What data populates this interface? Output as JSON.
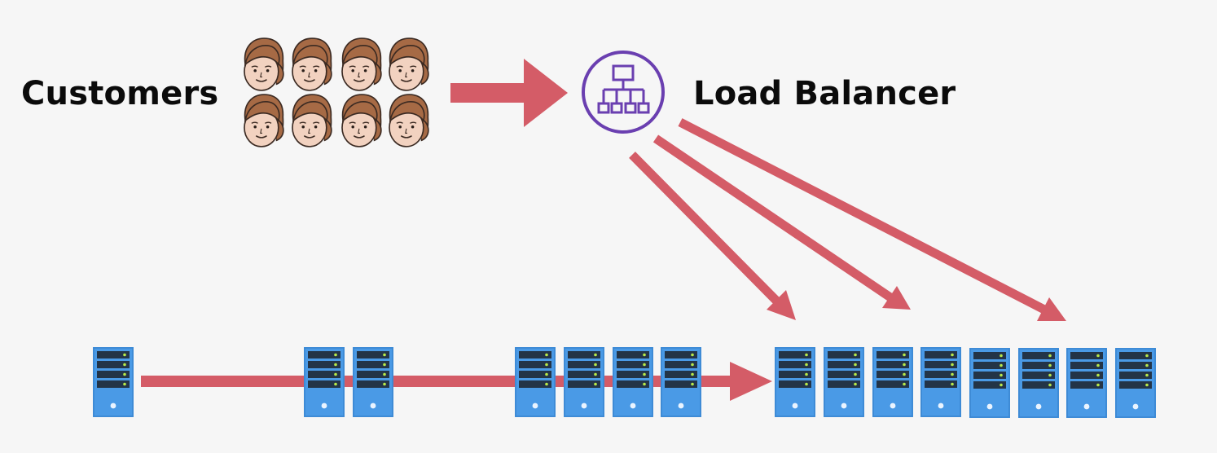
{
  "labels": {
    "customers": "Customers",
    "load_balancer": "Load Balancer"
  },
  "diagram": {
    "customer_count": 8,
    "server_group_sizes": [
      1,
      2,
      4,
      8
    ],
    "load_balancer_fanout_targets": 3
  },
  "colors": {
    "background": "#f6f6f6",
    "arrow": "#d45c67",
    "load_balancer_icon": "#6a3fb0",
    "server_body": "#4a9ae6",
    "server_slot": "#233447",
    "server_led": "#b7e84a",
    "face_skin": "#f2d2c0",
    "face_hair": "#a66a45"
  }
}
